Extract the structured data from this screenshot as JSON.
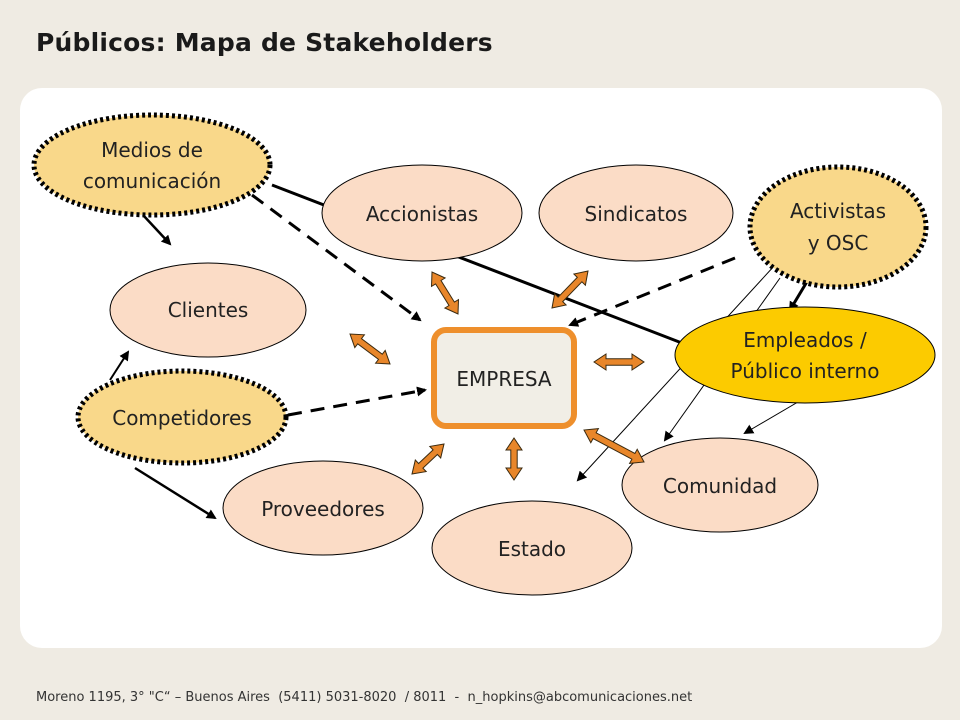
{
  "title": "Públicos: Mapa de Stakeholders",
  "center": {
    "label": "EMPRESA"
  },
  "nodes": {
    "medios": [
      "Medios de",
      "comunicación"
    ],
    "accionistas": "Accionistas",
    "sindicatos": "Sindicatos",
    "activistas": [
      "Activistas",
      "y OSC"
    ],
    "clientes": "Clientes",
    "empleados": [
      "Empleados /",
      "Público interno"
    ],
    "competidores": "Competidores",
    "comunidad": "Comunidad",
    "proveedores": "Proveedores",
    "estado": "Estado"
  },
  "colors": {
    "node_fill": "#fbdcc6",
    "influencer_fill": "#f9d88a",
    "empleados_fill": "#fccb00",
    "arrow_fill": "#e8862a",
    "center_border": "#ee8f2c",
    "center_fill": "#f1eee6"
  },
  "footer": "Moreno 1195, 3° \"C“ – Buenos Aires  (5411) 5031-8020  / 8011  -  n_hopkins@abcomunicaciones.net"
}
